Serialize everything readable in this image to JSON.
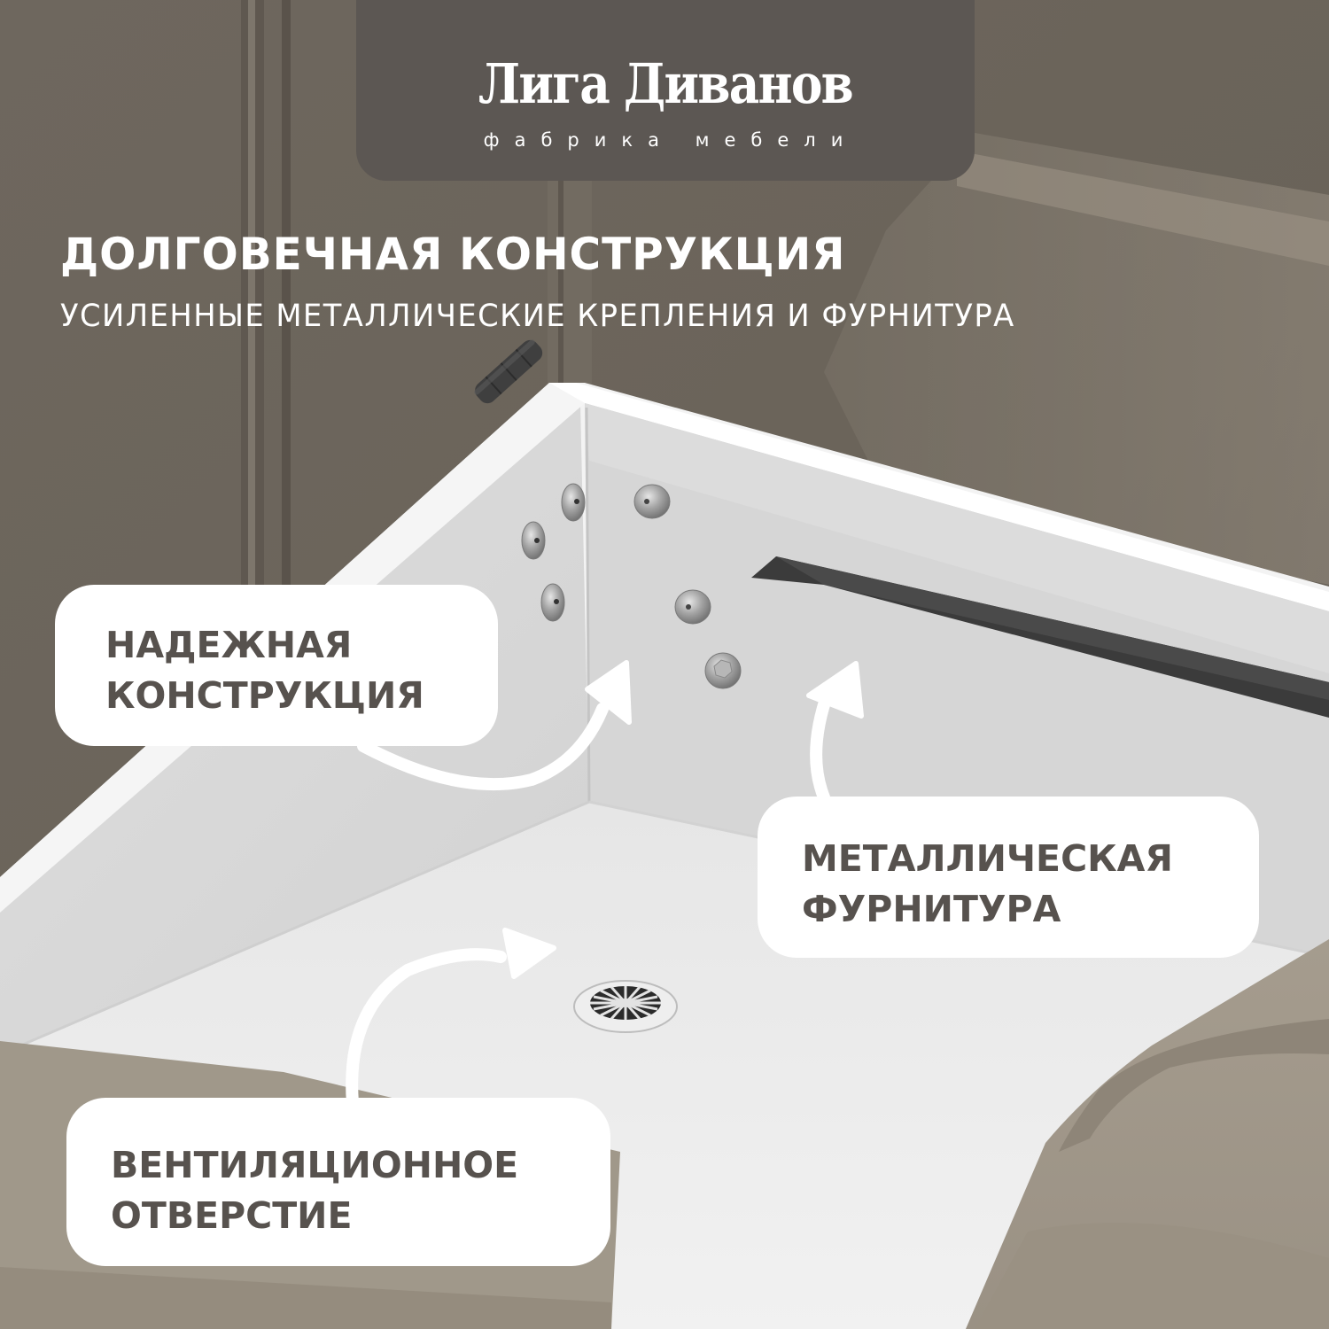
{
  "brand": {
    "name": "Лига Диванов",
    "tagline": "фабрика мебели",
    "badge_color": "#5c5753"
  },
  "header": {
    "title": "ДОЛГОВЕЧНАЯ КОНСТРУКЦИЯ",
    "subtitle": "УСИЛЕННЫЕ МЕТАЛЛИЧЕСКИЕ КРЕПЛЕНИЯ И ФУРНИТУРА"
  },
  "callouts": [
    {
      "id": "reliable",
      "lines": [
        "НАДЕЖНАЯ",
        "КОНСТРУКЦИЯ"
      ],
      "points_to": "bolts"
    },
    {
      "id": "metal",
      "lines": [
        "МЕТАЛЛИЧЕСКАЯ",
        "ФУРНИТУРА"
      ],
      "points_to": "bracket"
    },
    {
      "id": "vent",
      "lines": [
        "ВЕНТИЛЯЦИОННОЕ",
        "ОТВЕРСТИЕ"
      ],
      "points_to": "vent"
    }
  ],
  "colors": {
    "background_upholstery": "#6f685f",
    "light_upholstery": "#a39a8c",
    "box_interior": "#d9d9d9",
    "box_floor": "#ececec",
    "callout_bg": "#ffffff",
    "callout_text": "#57524e",
    "bracket": "#3d3d3d",
    "hardware": "#a8a8a8"
  }
}
